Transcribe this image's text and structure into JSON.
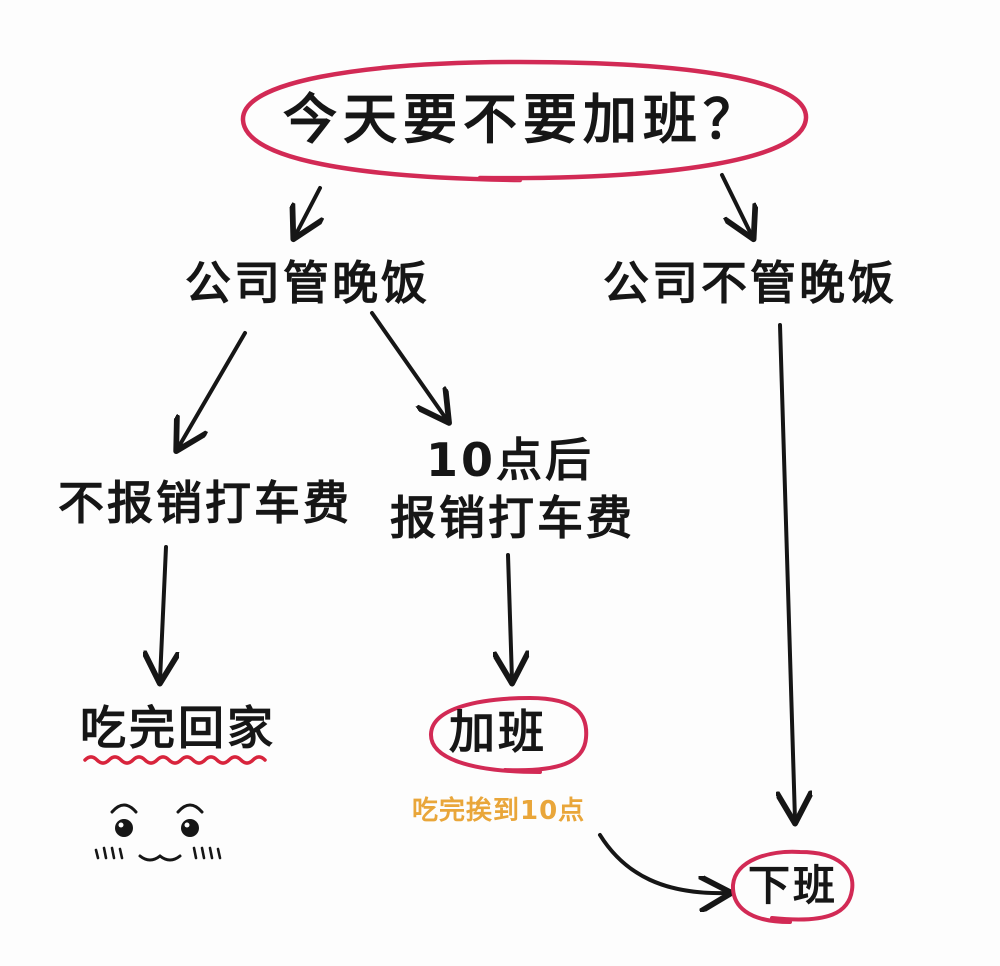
{
  "diagram": {
    "question": "今天要不要加班？",
    "company_pays_dinner": "公司管晚饭",
    "company_no_dinner": "公司不管晚饭",
    "no_taxi_reimburse": "不报销打车费",
    "after_10_line1": "10点后",
    "after_10_line2": "报销打车费",
    "eat_go_home": "吃完回家",
    "overtime": "加班",
    "stay_till_10": "吃完挨到10点",
    "get_off_work": "下班"
  },
  "colors": {
    "ink": "#161616",
    "circle": "#d22a55",
    "wavy": "#d8243c",
    "note": "#e9a63a"
  }
}
